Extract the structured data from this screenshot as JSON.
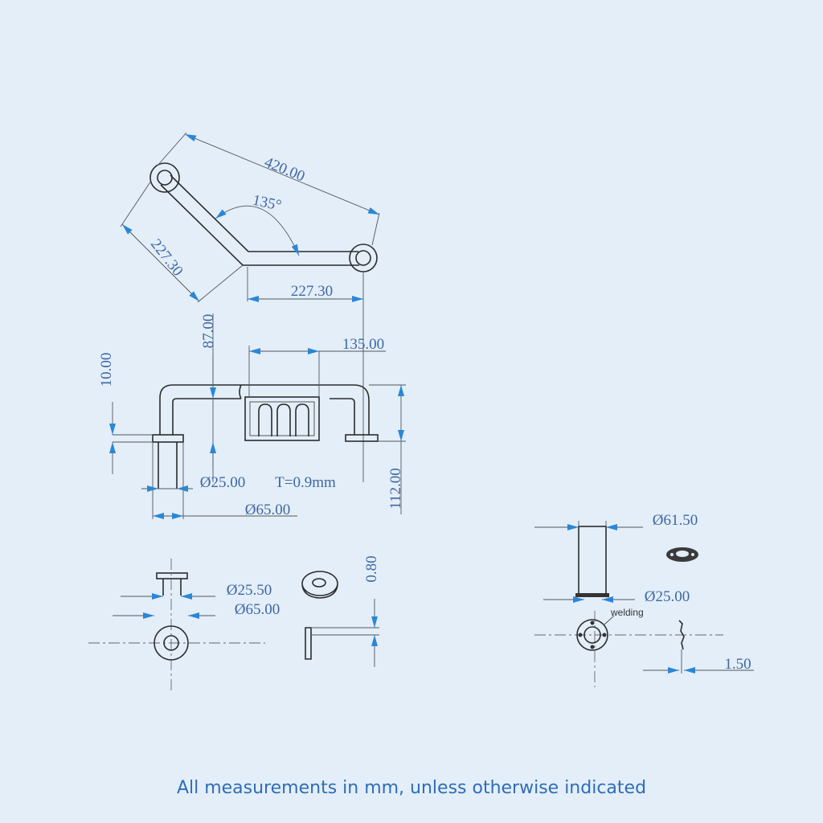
{
  "colors": {
    "background": "#e3eef9",
    "arrow": "#2b86d6",
    "text": "#3f67a0",
    "footer": "#2f6db5",
    "line": "#2c2c2c"
  },
  "top_view": {
    "length_total": "420.00",
    "angle": "135°",
    "leg_a": "227.30",
    "leg_b": "227.30"
  },
  "front_view": {
    "wall_gap": "87.00",
    "basket_width": "135.00",
    "plate_thickness": "10.00",
    "height_total": "112.00",
    "tube_diameter": "Ø25.00",
    "wall_thickness": "T=0.9mm",
    "flange_diameter": "Ø65.00"
  },
  "flange_detail": {
    "tube_diameter": "Ø25.50",
    "flange_diameter": "Ø65.00",
    "cover_thickness": "0.80"
  },
  "weld_detail": {
    "plate_diameter": "Ø61.50",
    "tube_diameter": "Ø25.00",
    "weld_label": "welding",
    "plate_thickness": "1.50"
  },
  "footer": {
    "note": "All measurements in mm, unless otherwise indicated"
  }
}
